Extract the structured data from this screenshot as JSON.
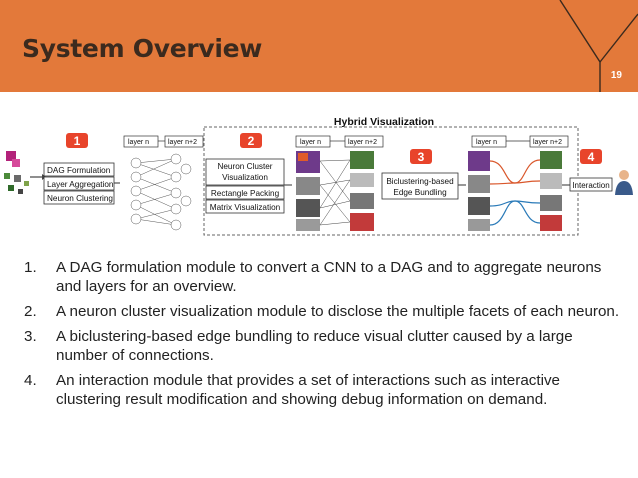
{
  "slide": {
    "title": "System Overview",
    "page_number": "19"
  },
  "diagram": {
    "hybrid_title": "Hybrid Visualization",
    "stage_numbers": [
      "1",
      "2",
      "3",
      "4"
    ],
    "layer_labels": [
      "layer n",
      "layer n+2",
      "layer n",
      "layer n+2",
      "layer n",
      "layer n+2"
    ],
    "stage1_boxes": [
      "DAG Formulation",
      "Layer Aggregation",
      "Neuron Clustering"
    ],
    "stage2_boxes": [
      "Neuron Cluster",
      "Visualization",
      "Rectangle Packing",
      "Matrix Visualization"
    ],
    "stage3_box": [
      "Biclustering-based",
      "Edge Bundling"
    ],
    "stage4_box": "Interaction",
    "colors": {
      "accent": "#e3793a",
      "stage_badge": "#e8442b",
      "dashed_border": "#666666"
    }
  },
  "items": [
    {
      "num": "1.",
      "text": "A DAG formulation module to convert a CNN to a DAG and to aggregate neurons  and layers for an overview."
    },
    {
      "num": "2.",
      "text": "A neuron cluster visualization module to disclose the multiple facets of each neuron."
    },
    {
      "num": "3.",
      "text": "A biclustering-based edge bundling to reduce visual clutter caused by a large number of connections."
    },
    {
      "num": "4.",
      "text": "An interaction module that provides a set of interactions such as interactive clustering result modification and showing debug information on demand."
    }
  ]
}
